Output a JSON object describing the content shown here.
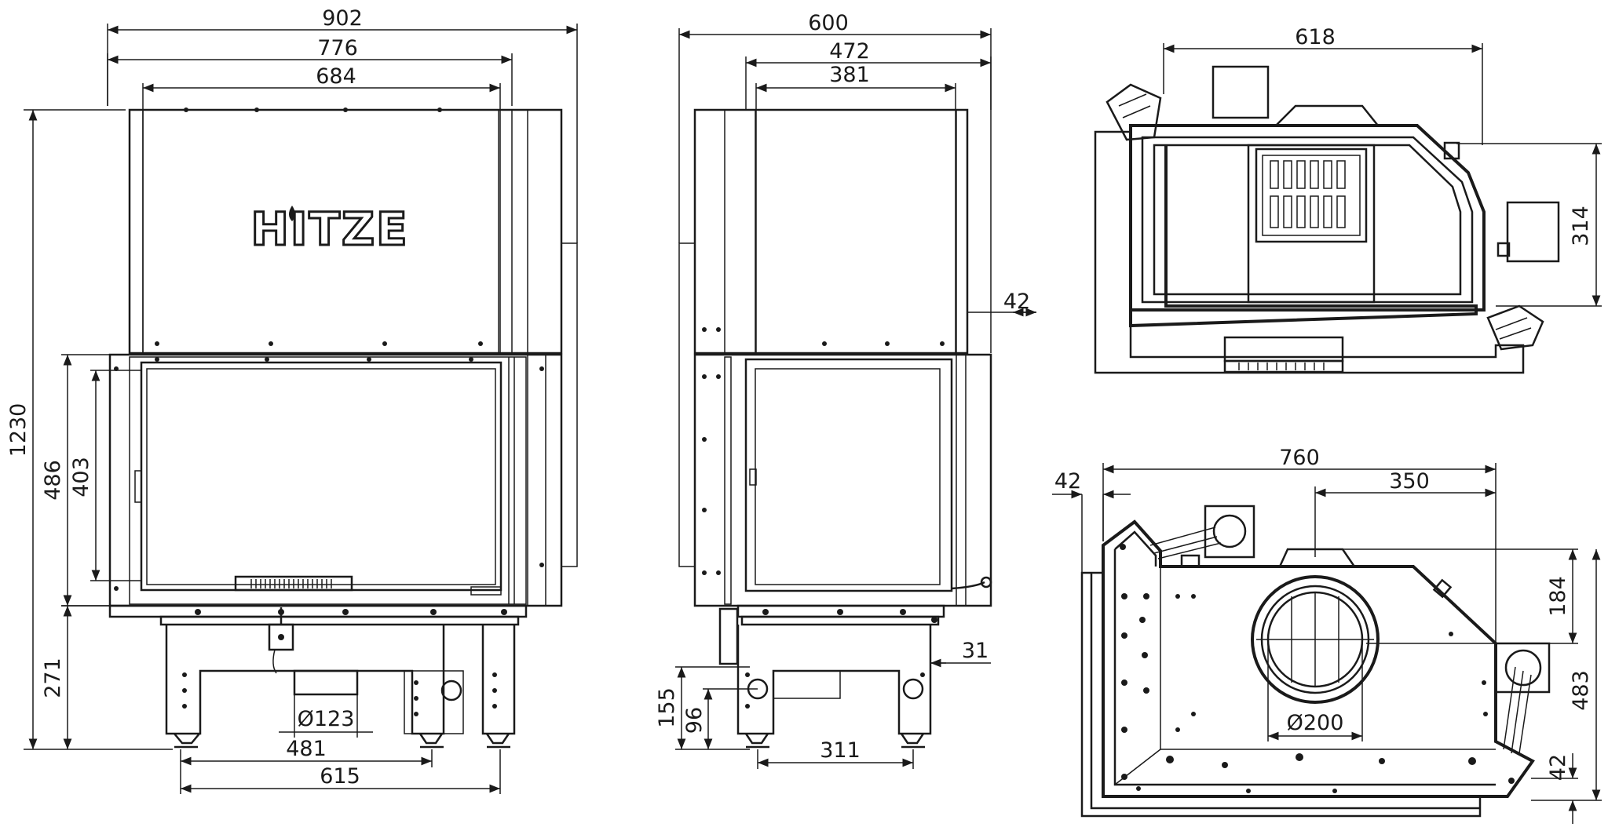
{
  "logo": {
    "text": "HITZE"
  },
  "front_view": {
    "dims": {
      "overall_width": "902",
      "body_width": "776",
      "door_opening_width": "684",
      "total_height": "1230",
      "door_height": "486",
      "glass_height": "403",
      "base_height": "271",
      "flue_diameter": "Ø123",
      "feet_spacing_inner": "481",
      "feet_spacing_outer": "615"
    }
  },
  "side_view": {
    "dims": {
      "overall_width": "600",
      "body_width": "472",
      "door_opening_width": "381",
      "side_offset": "42",
      "foot_offset": "31",
      "inlet_height": "155",
      "inlet_center_height": "96",
      "feet_spacing": "311"
    }
  },
  "top_section": {
    "dims": {
      "width": "618",
      "height": "314"
    }
  },
  "top_view": {
    "dims": {
      "left_offset": "42",
      "overall_width": "760",
      "flue_offset": "350",
      "flue_to_back": "184",
      "depth": "483",
      "bottom_offset": "42",
      "flue_diameter": "Ø200"
    }
  },
  "colors": {
    "line": "#1a1a1a",
    "background": "#ffffff"
  }
}
